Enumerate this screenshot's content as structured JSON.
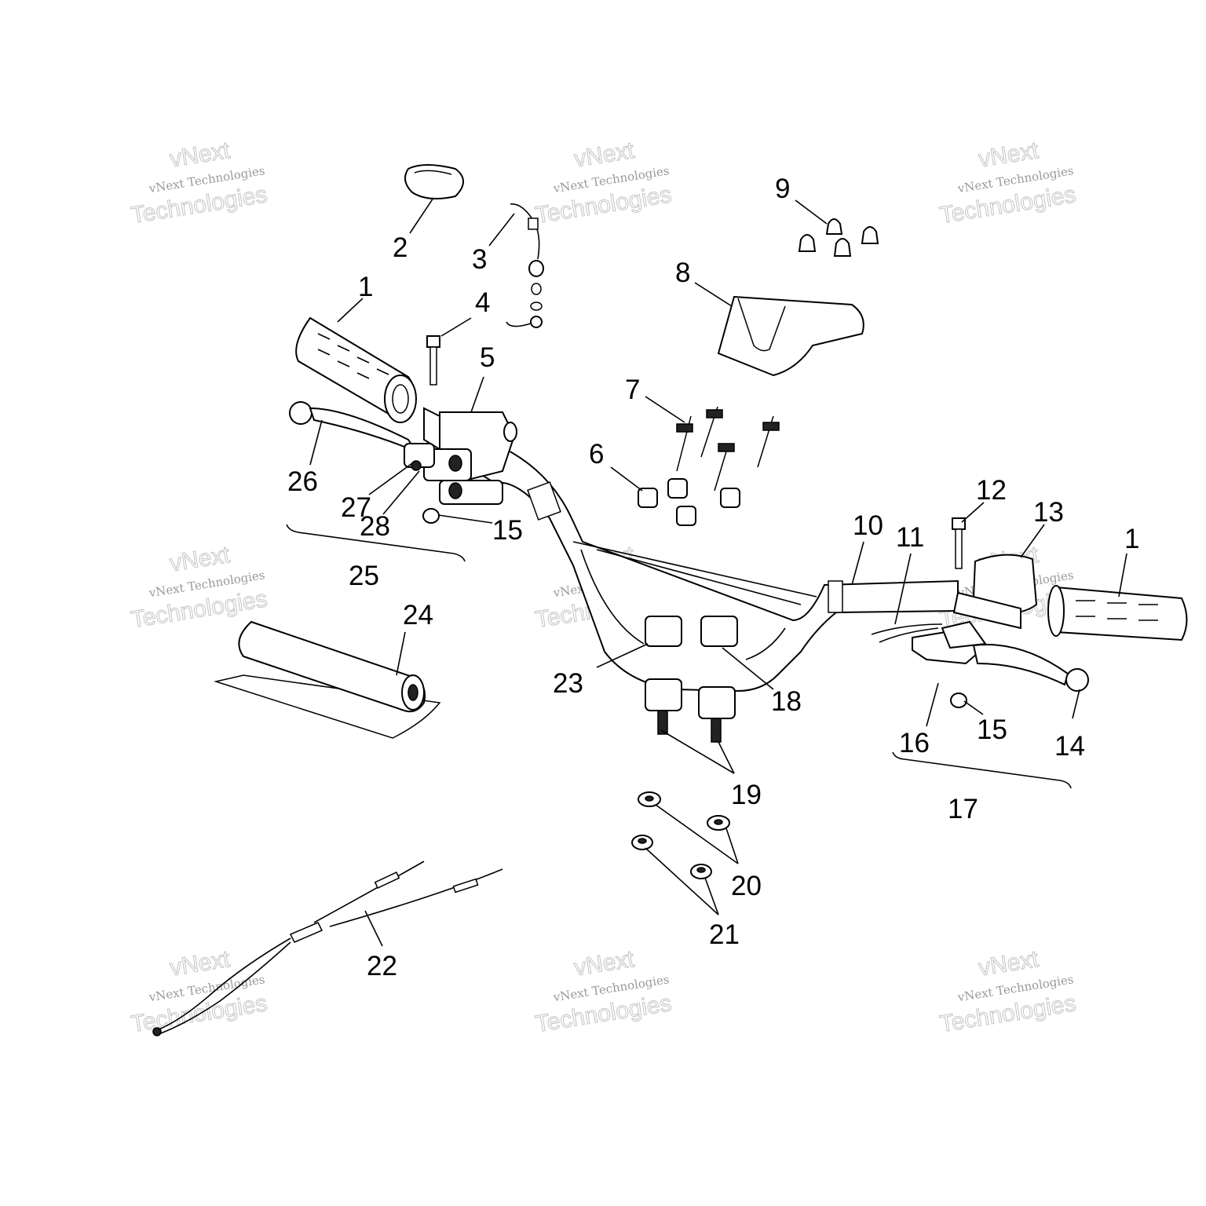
{
  "watermark": {
    "line1": "vNext Technologies",
    "line2": "vNext",
    "line3": "Technologies"
  },
  "callouts": [
    {
      "id": "c1a",
      "label": "1"
    },
    {
      "id": "c1b",
      "label": "1"
    },
    {
      "id": "c2",
      "label": "2"
    },
    {
      "id": "c3",
      "label": "3"
    },
    {
      "id": "c4",
      "label": "4"
    },
    {
      "id": "c5",
      "label": "5"
    },
    {
      "id": "c6",
      "label": "6"
    },
    {
      "id": "c7",
      "label": "7"
    },
    {
      "id": "c8",
      "label": "8"
    },
    {
      "id": "c9",
      "label": "9"
    },
    {
      "id": "c10",
      "label": "10"
    },
    {
      "id": "c11",
      "label": "11"
    },
    {
      "id": "c12",
      "label": "12"
    },
    {
      "id": "c13",
      "label": "13"
    },
    {
      "id": "c14",
      "label": "14"
    },
    {
      "id": "c15a",
      "label": "15"
    },
    {
      "id": "c15b",
      "label": "15"
    },
    {
      "id": "c16",
      "label": "16"
    },
    {
      "id": "c17",
      "label": "17"
    },
    {
      "id": "c18",
      "label": "18"
    },
    {
      "id": "c19",
      "label": "19"
    },
    {
      "id": "c20",
      "label": "20"
    },
    {
      "id": "c21",
      "label": "21"
    },
    {
      "id": "c22",
      "label": "22"
    },
    {
      "id": "c23",
      "label": "23"
    },
    {
      "id": "c24",
      "label": "24"
    },
    {
      "id": "c25",
      "label": "25"
    },
    {
      "id": "c26",
      "label": "26"
    },
    {
      "id": "c27",
      "label": "27"
    },
    {
      "id": "c28",
      "label": "28"
    }
  ]
}
